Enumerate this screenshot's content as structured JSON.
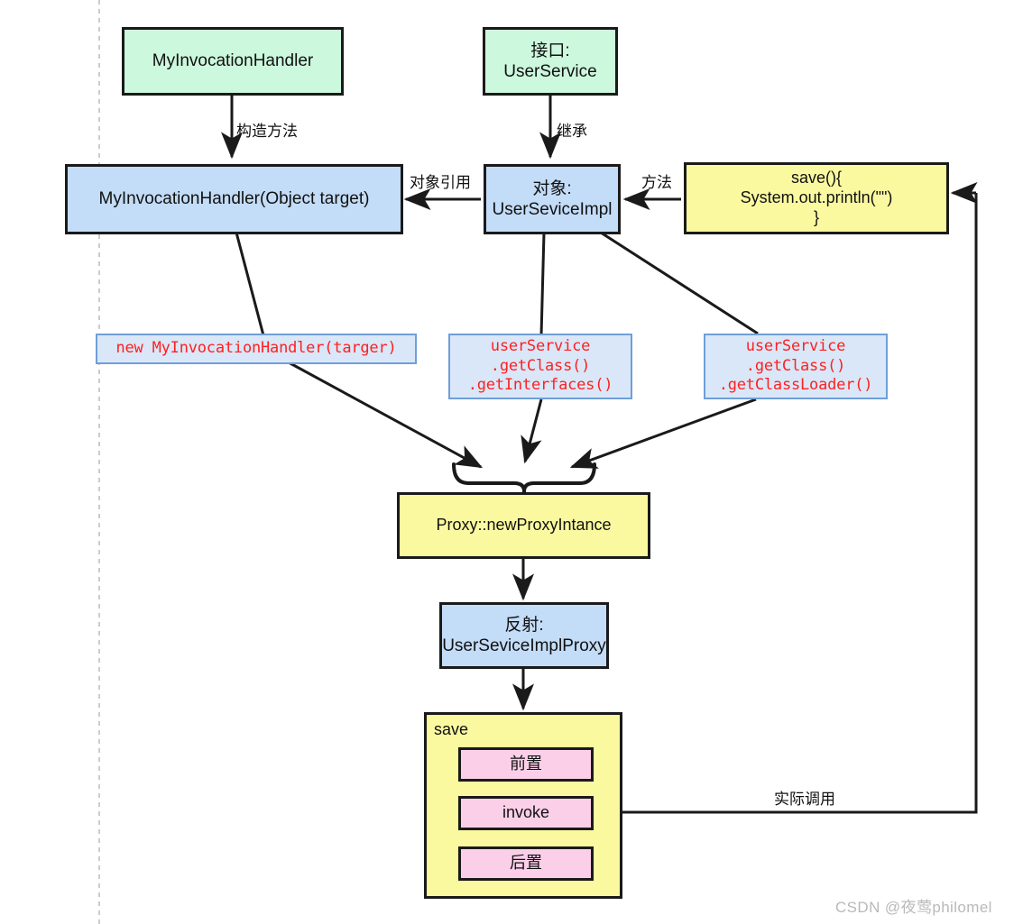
{
  "diagram": {
    "title": "Java Dynamic Proxy Flow Diagram",
    "colors": {
      "green_fill": "#ccf8dd",
      "blue_fill": "#c3dcf7",
      "yellow_fill": "#fbf9a0",
      "pink_fill": "#fbcfe8",
      "code_fill": "#d9e7f8",
      "code_text": "#ff2020",
      "code_border": "#6f9fd8",
      "stroke": "#1a1a1a",
      "guide_line": "#cccccc",
      "watermark": "#b9b9b9"
    },
    "nodes": {
      "my_invocation_handler": "MyInvocationHandler",
      "user_service_interface": "接口:\nUserService",
      "handler_constructor": "MyInvocationHandler(Object target)",
      "user_sevice_impl": "对象:\nUserSeviceImpl",
      "save_method": "save(){\nSystem.out.println(\"\")\n}",
      "code_new_handler": "new MyInvocationHandler(targer)",
      "code_get_interfaces": "userService\n.getClass()\n.getInterfaces()",
      "code_get_classloader": "userService\n.getClass()\n.getClassLoader()",
      "proxy_new_instance": "Proxy::newProxyIntance",
      "reflect_proxy": "反射:\nUserSeviceImplProxy",
      "save_container_label": "save",
      "step_before": "前置",
      "step_invoke": "invoke",
      "step_after": "后置"
    },
    "edge_labels": {
      "constructor": "构造方法",
      "inherit": "继承",
      "object_reference": "对象引用",
      "method": "方法",
      "actual_call": "实际调用"
    },
    "watermark": "CSDN @夜莺philomel"
  }
}
